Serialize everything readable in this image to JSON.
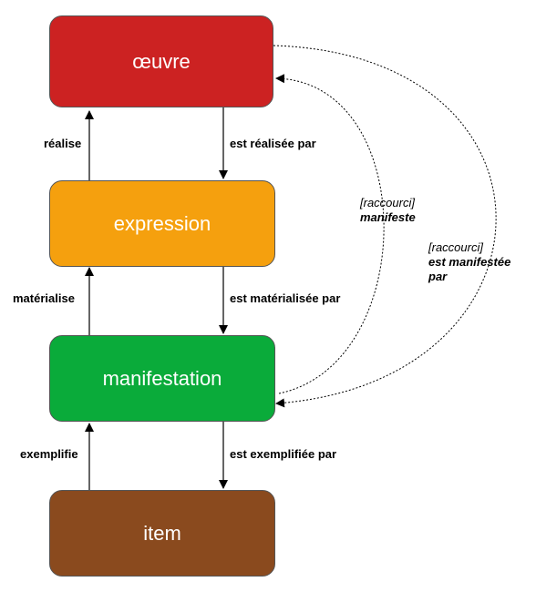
{
  "nodes": [
    {
      "id": "oeuvre",
      "label": "œuvre",
      "color": "#cc2222"
    },
    {
      "id": "expression",
      "label": "expression",
      "color": "#f5a00e"
    },
    {
      "id": "manifestation",
      "label": "manifestation",
      "color": "#0aab3a"
    },
    {
      "id": "item",
      "label": "item",
      "color": "#8a4a1e"
    }
  ],
  "edges": {
    "realise": "réalise",
    "est_realisee_par": "est réalisée par",
    "materialise": "matérialise",
    "est_materialisee_par": "est matérialisée par",
    "exemplifie": "exemplifie",
    "est_exemplifiee_par": "est exemplifiée par"
  },
  "shortcuts": {
    "manifeste": {
      "bracket": "[raccourci]",
      "label": "manifeste"
    },
    "est_manifestee_par": {
      "bracket": "[raccourci]",
      "label_line1": "est manifestée",
      "label_line2": "par"
    }
  },
  "colors": {
    "line": "#000000",
    "node_border": "#555555",
    "node_text": "#ffffff"
  }
}
